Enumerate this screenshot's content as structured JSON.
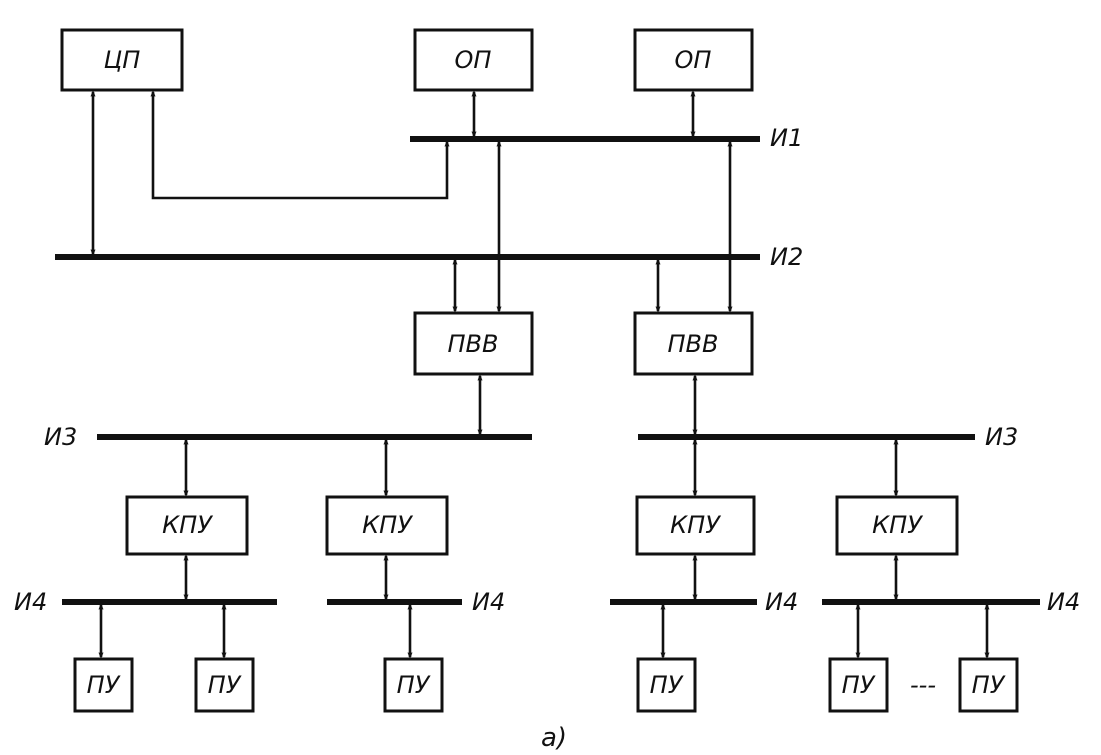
{
  "blocks": {
    "cpu": "ЦП",
    "memory": "ОП",
    "io_processor": "ПВВ",
    "device_controller": "КПУ",
    "peripheral": "ПУ"
  },
  "buses": {
    "i1": "И1",
    "i2": "И2",
    "i3": "И3",
    "i4": "И4"
  },
  "ellipsis": "---",
  "caption": "а)"
}
